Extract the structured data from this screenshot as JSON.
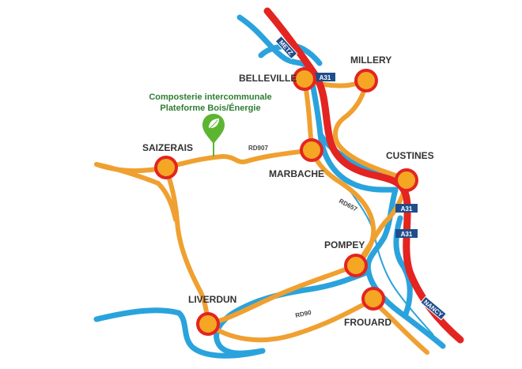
{
  "poi": {
    "line1": "Composterie intercommunale",
    "line2": "Plateforme Bois/Énergie",
    "icon": "leaf-pin-icon"
  },
  "towns": {
    "belleville": "BELLEVILLE",
    "millery": "MILLERY",
    "saizerais": "SAIZERAIS",
    "marbache": "MARBACHE",
    "custines": "CUSTINES",
    "pompey": "POMPEY",
    "liverdun": "LIVERDUN",
    "frouard": "FROUARD"
  },
  "roads": {
    "rd907": "RD907",
    "rd657": "RD657",
    "rd90": "RD90"
  },
  "highways": {
    "metz_sign": "METZ",
    "a31_sign_1": "A31",
    "a31_sign_2": "A31",
    "a31_sign_3": "A31",
    "nancy_sign": "NANCY"
  },
  "colors": {
    "river": "#2aa3dc",
    "road": "#f0a030",
    "highway": "#e32421",
    "town_fill": "#f5a623",
    "town_ring": "#e32421",
    "poi_green": "#5cb531",
    "sign_blue": "#1f4e8c"
  }
}
